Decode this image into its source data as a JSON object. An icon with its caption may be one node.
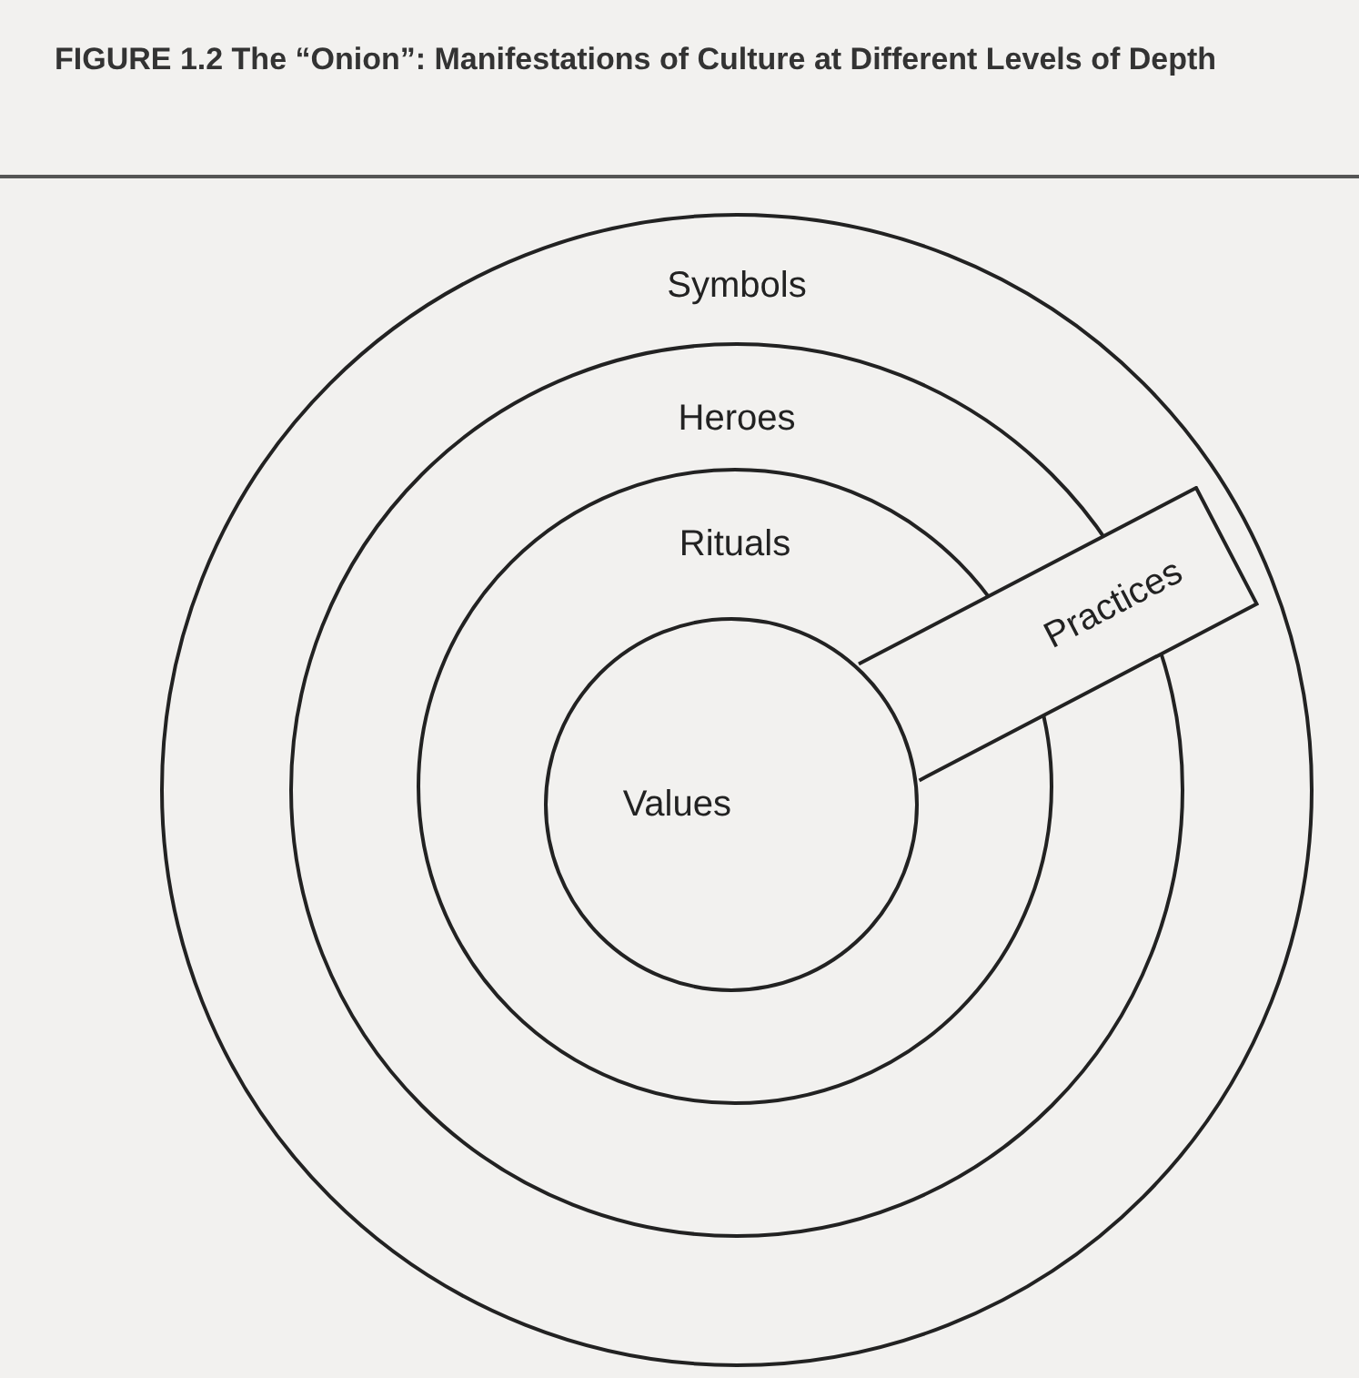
{
  "diagram": {
    "title": "FIGURE 1.2 The “Onion”: Manifestations of Culture at Different Levels of Depth",
    "nodes": [
      {
        "text": [
          "Symbols"
        ]
      },
      {
        "text": [
          "Heroes"
        ],
        "in": 0
      },
      {
        "text": [
          "Rituals"
        ],
        "in": 1
      },
      {
        "text": [
          "Values"
        ],
        "in": 2
      },
      {
        "text": [
          "Practices"
        ],
        "in": 0
      }
    ]
  }
}
